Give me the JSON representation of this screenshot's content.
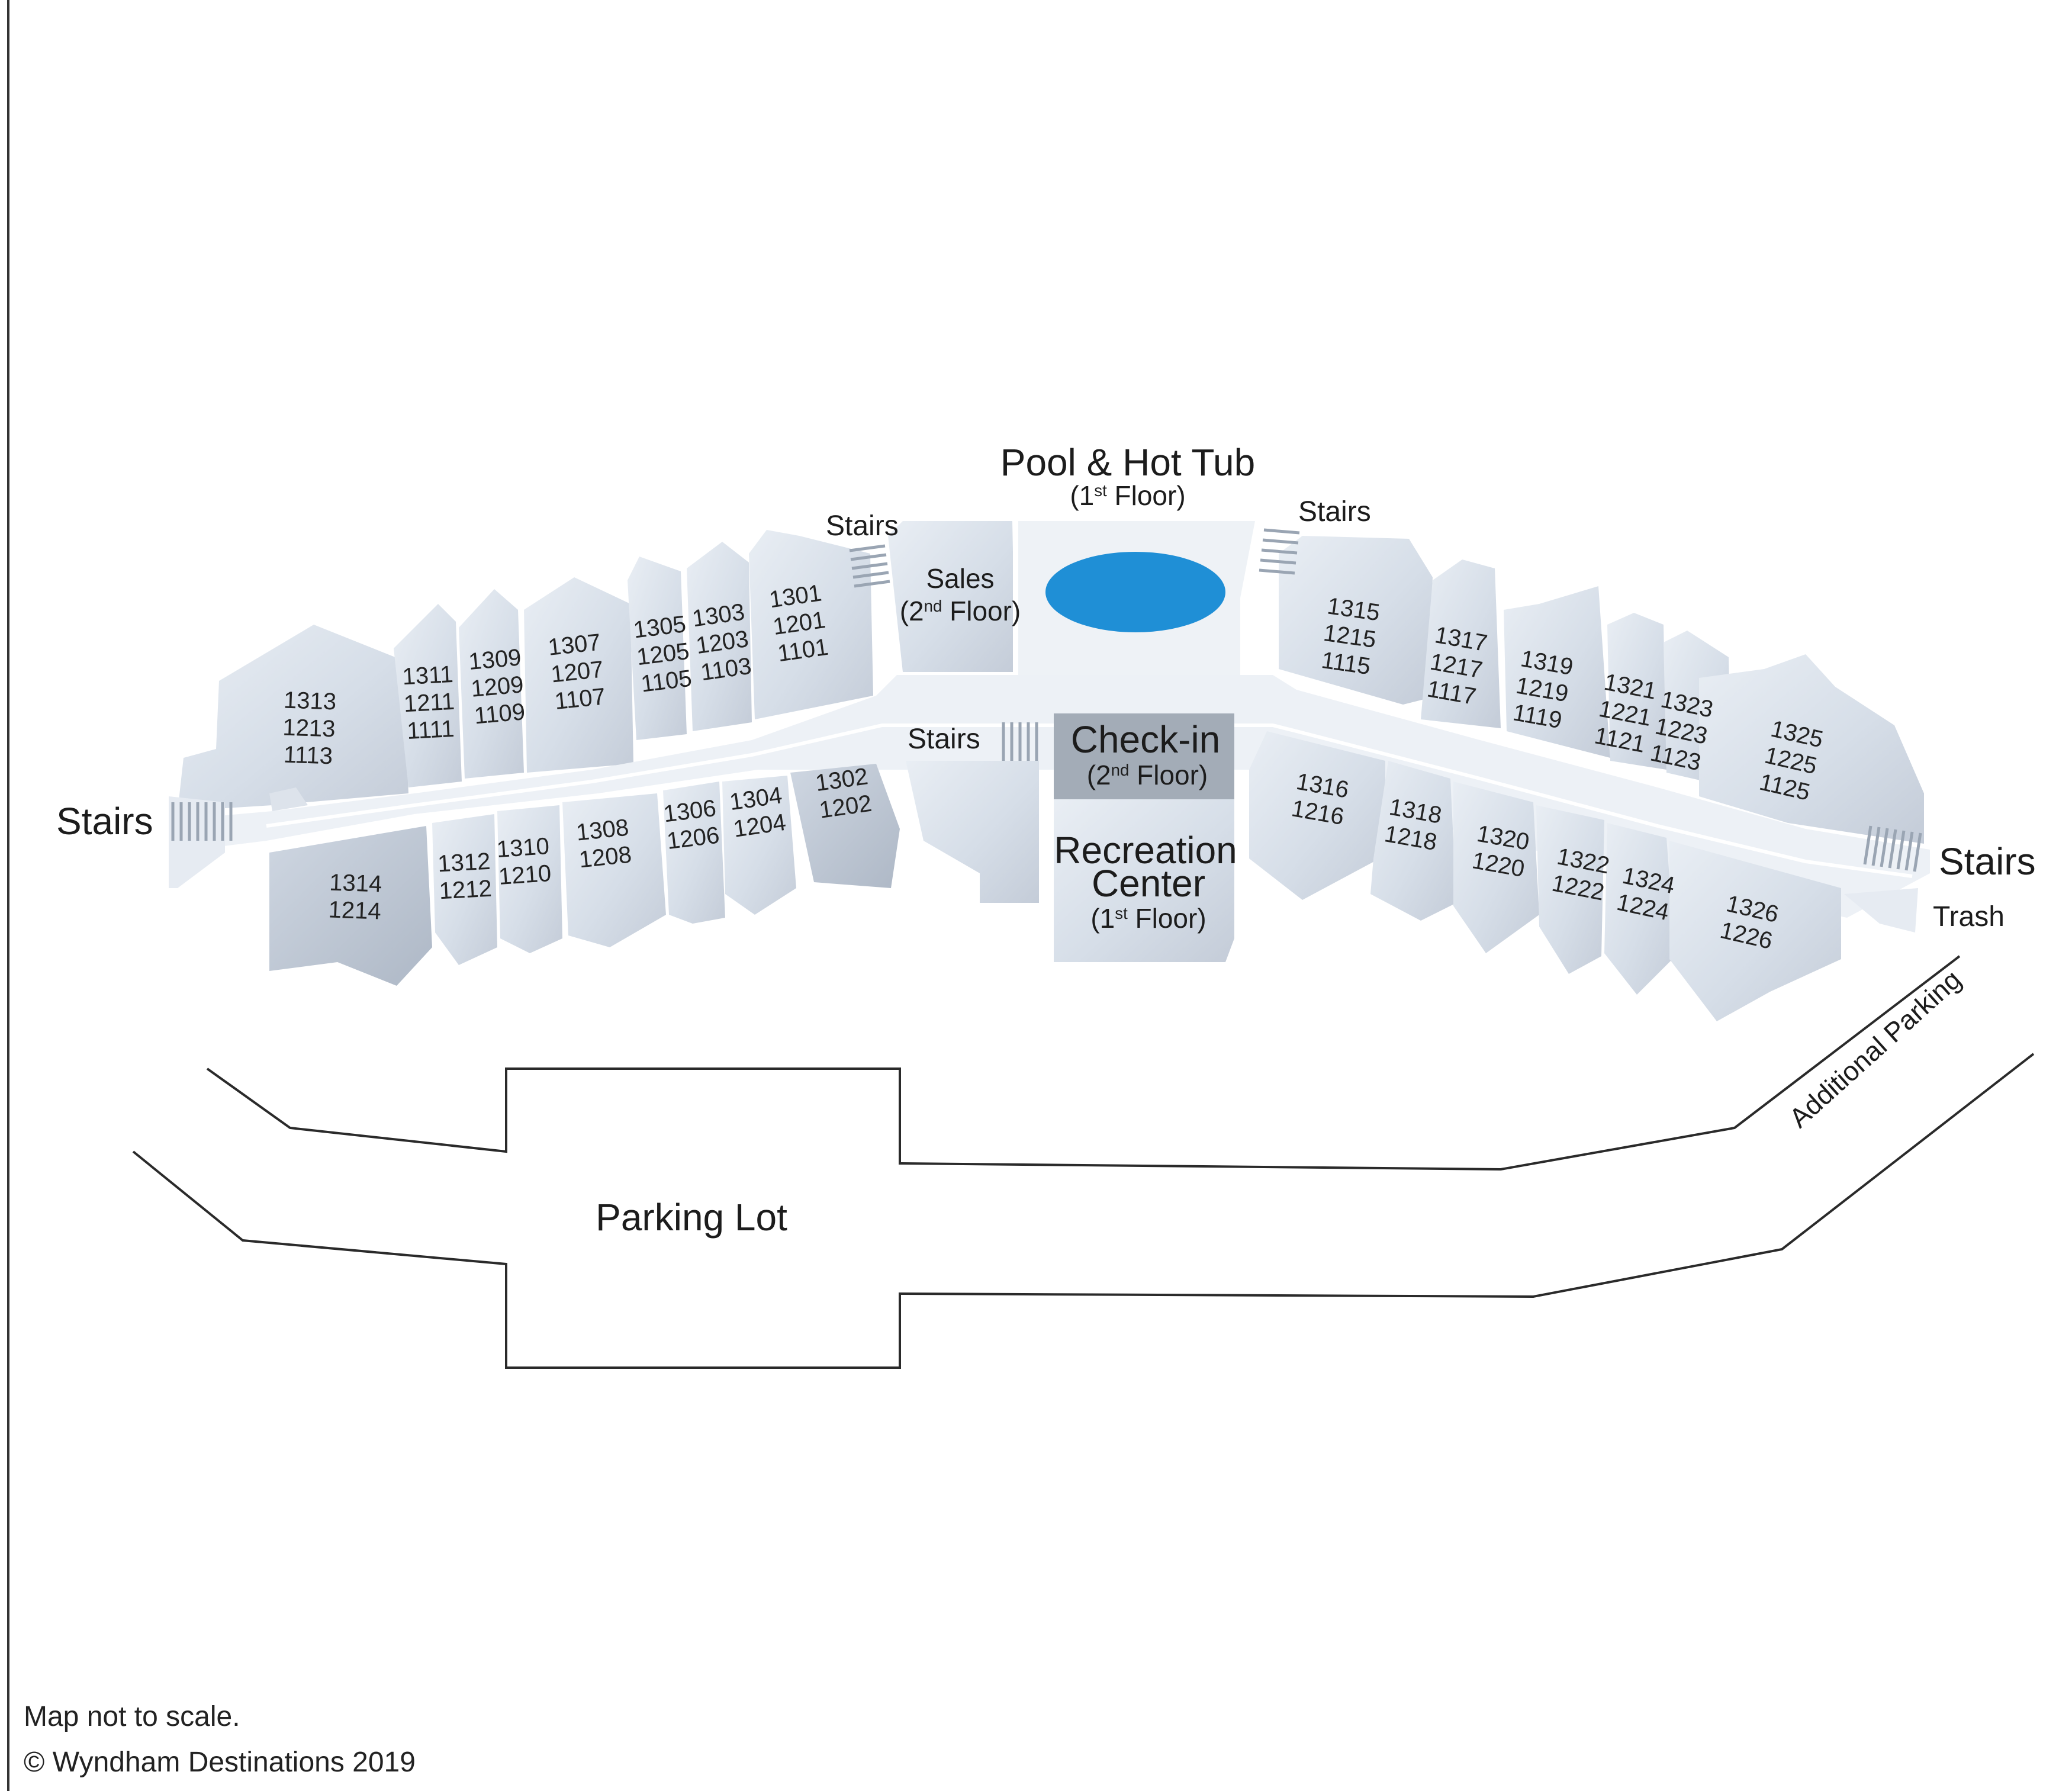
{
  "facilities": {
    "pool_title": "Pool & Hot Tub",
    "pool_floor_pre": "(1",
    "pool_floor_sup": "st",
    "pool_floor_post": " Floor)",
    "sales_title": "Sales",
    "sales_floor_pre": "(2",
    "sales_floor_sup": "nd",
    "sales_floor_post": " Floor)",
    "checkin_title": "Check-in",
    "checkin_floor_pre": "(2",
    "checkin_floor_sup": "nd",
    "checkin_floor_post": " Floor)",
    "rec_title_1": "Recreation",
    "rec_title_2": "Center",
    "rec_floor_pre": "(1",
    "rec_floor_sup": "st",
    "rec_floor_post": " Floor)",
    "trash": "Trash"
  },
  "stairs": {
    "west": "Stairs",
    "east": "Stairs",
    "upper_left": "Stairs",
    "upper_right": "Stairs",
    "center": "Stairs"
  },
  "parking": {
    "main": "Parking Lot",
    "additional": "Additional Parking"
  },
  "units": [
    [
      "1313",
      "1213",
      "1113"
    ],
    [
      "1311",
      "1211",
      "1111"
    ],
    [
      "1309",
      "1209",
      "1109"
    ],
    [
      "1307",
      "1207",
      "1107"
    ],
    [
      "1305",
      "1205",
      "1105"
    ],
    [
      "1303",
      "1203",
      "1103"
    ],
    [
      "1301",
      "1201",
      "1101"
    ],
    [
      "1314",
      "1214"
    ],
    [
      "1312",
      "1212"
    ],
    [
      "1310",
      "1210"
    ],
    [
      "1308",
      "1208"
    ],
    [
      "1306",
      "1206"
    ],
    [
      "1304",
      "1204"
    ],
    [
      "1302",
      "1202"
    ],
    [
      "1315",
      "1215",
      "1115"
    ],
    [
      "1317",
      "1217",
      "1117"
    ],
    [
      "1319",
      "1219",
      "1119"
    ],
    [
      "1321",
      "1221",
      "1121"
    ],
    [
      "1323",
      "1223",
      "1123"
    ],
    [
      "1325",
      "1225",
      "1125"
    ],
    [
      "1316",
      "1216"
    ],
    [
      "1318",
      "1218"
    ],
    [
      "1320",
      "1220"
    ],
    [
      "1322",
      "1222"
    ],
    [
      "1324",
      "1224"
    ],
    [
      "1326",
      "1226"
    ]
  ],
  "footer": {
    "line1": "Map not to scale.",
    "line2": "© Wyndham Destinations 2019"
  }
}
